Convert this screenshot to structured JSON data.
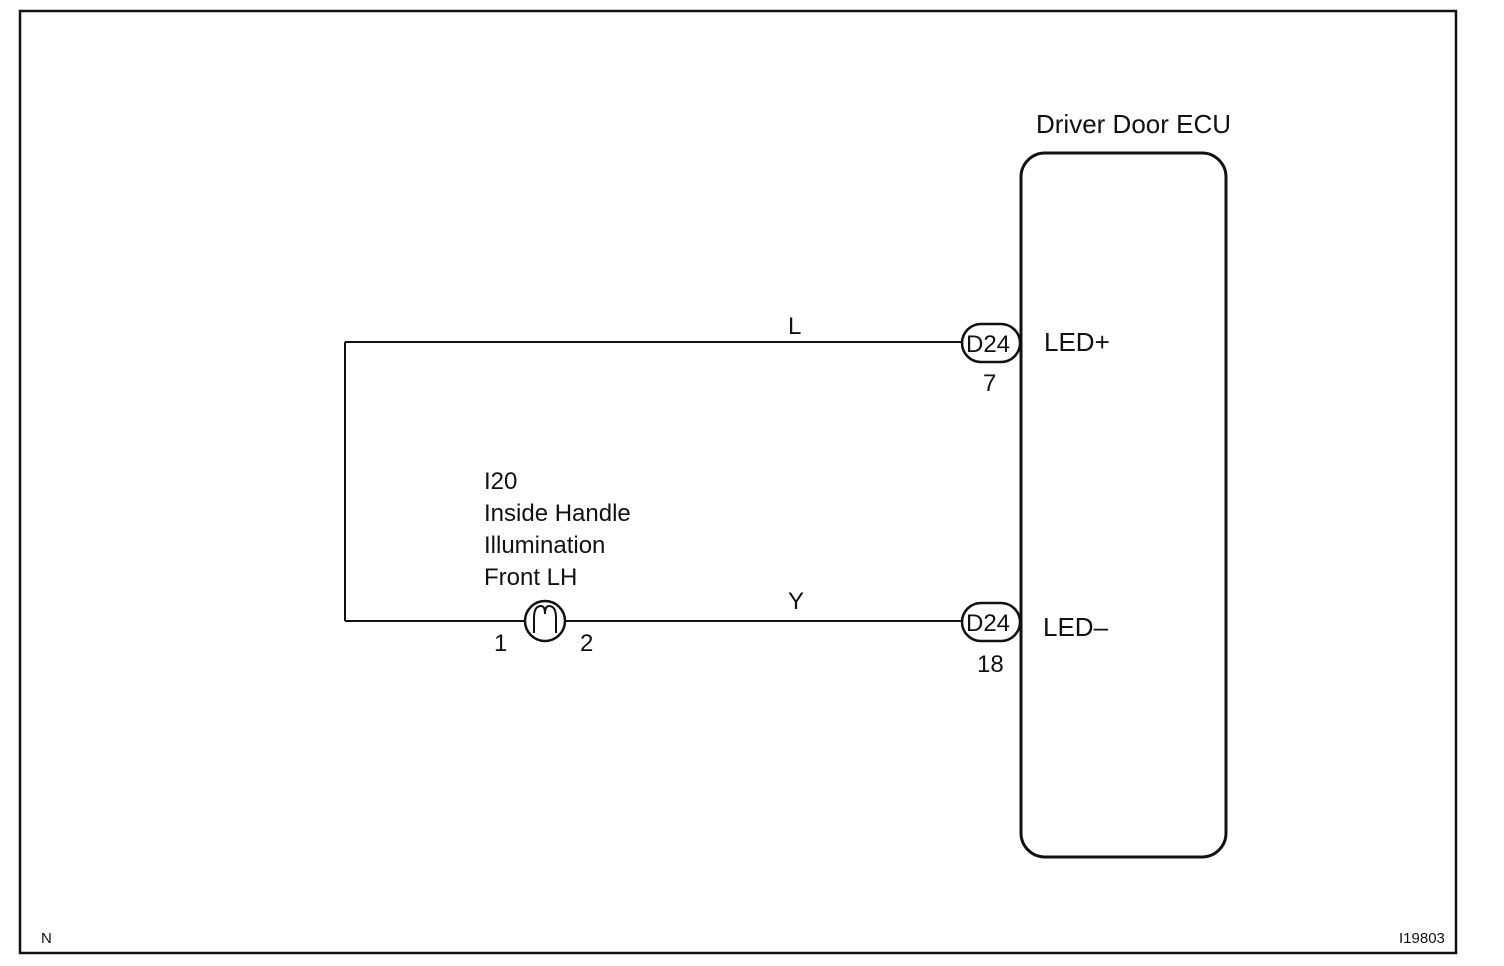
{
  "ecu": {
    "name": "Driver Door ECU",
    "terminal_plus": "LED+",
    "terminal_minus": "LED–"
  },
  "connectors": [
    {
      "code": "D24",
      "pin": "7"
    },
    {
      "code": "D24",
      "pin": "18"
    }
  ],
  "wires": {
    "upper_color": "L",
    "lower_color": "Y"
  },
  "bulb": {
    "code": "I20",
    "name_line1": "Inside Handle",
    "name_line2": "Illumination",
    "name_line3": "Front LH",
    "pin_left": "1",
    "pin_right": "2"
  },
  "corner_left": "N",
  "figure_id": "I19803"
}
